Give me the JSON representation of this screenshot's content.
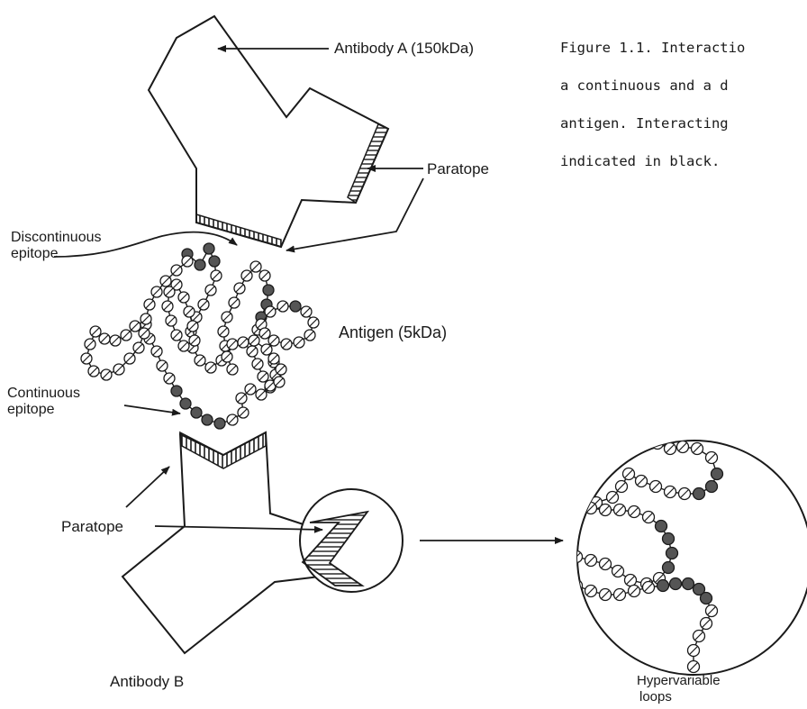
{
  "labels": {
    "antibody_a": "Antibody A (150kDa)",
    "paratope_top": "Paratope",
    "discontinuous_1": "Discontinuous",
    "discontinuous_2": "epitope",
    "antigen": "Antigen (5kDa)",
    "continuous_1": "Continuous",
    "continuous_2": "epitope",
    "paratope_bottom": "Paratope",
    "antibody_b": "Antibody B",
    "hypervariable_1": "Hypervariable",
    "hypervariable_2": "loops"
  },
  "caption": {
    "line1": "Figure 1.1. Interactio",
    "line2": "a  continuous  and a d",
    "line3": "antigen.   Interacting",
    "line4": "indicated in black."
  },
  "colors": {
    "ink": "#1a1a1a",
    "filled_residue": "#555555",
    "open_residue": "#ffffff"
  }
}
